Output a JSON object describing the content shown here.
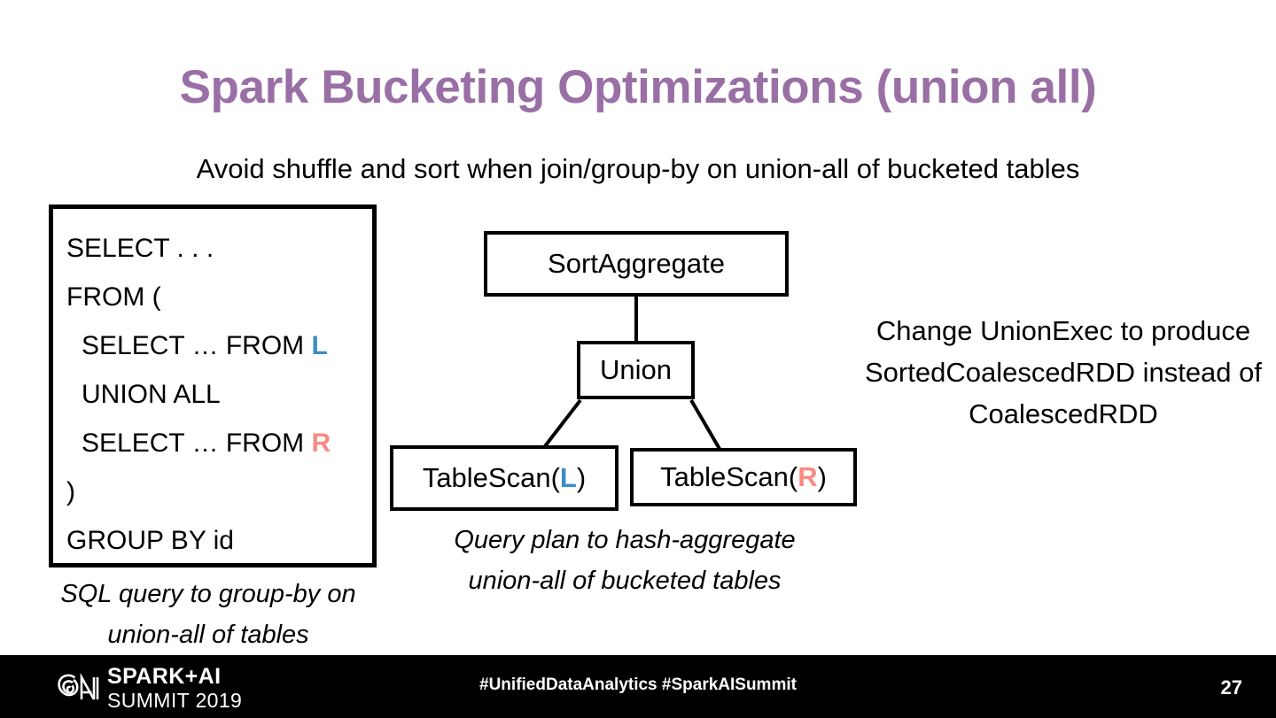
{
  "slide": {
    "title": "Spark Bucketing Optimizations (union all)",
    "subtitle": "Avoid shuffle and sort when join/group-by on union-all of bucketed tables",
    "page_number": "27"
  },
  "colors": {
    "title_purple": "#9A6FA5",
    "left_table_blue": "#3B8EC4",
    "right_table_red": "#F98A80",
    "footer_background": "#000000",
    "box_border": "#000000"
  },
  "sql_panel": {
    "lines": [
      {
        "text": "SELECT . . .",
        "indent": false
      },
      {
        "text": "FROM (",
        "indent": false
      },
      {
        "prefix": "SELECT … FROM ",
        "token": "L",
        "token_color": "blue",
        "indent": true
      },
      {
        "text": "UNION ALL",
        "indent": true
      },
      {
        "prefix": "SELECT … FROM ",
        "token": "R",
        "token_color": "red",
        "indent": true
      },
      {
        "text": ")",
        "indent": false
      },
      {
        "text": "GROUP BY id",
        "indent": false
      }
    ],
    "caption": "SQL query to group-by on union-all of tables"
  },
  "plan_diagram": {
    "nodes": {
      "sort_aggregate": "SortAggregate",
      "union": "Union",
      "tablescan_left_prefix": "TableScan(",
      "tablescan_left_token": "L",
      "tablescan_left_suffix": ")",
      "tablescan_right_prefix": "TableScan(",
      "tablescan_right_token": "R",
      "tablescan_right_suffix": ")"
    },
    "caption": "Query plan to hash-aggregate union-all of bucketed tables"
  },
  "side_note": {
    "text": "Change UnionExec to produce SortedCoalescedRDD instead of CoalescedRDD"
  },
  "footer": {
    "logo_line1": "SPARK+AI",
    "logo_line2": "SUMMIT 2019",
    "hashtags": "#UnifiedDataAnalytics #SparkAISummit",
    "page_number": "27"
  }
}
